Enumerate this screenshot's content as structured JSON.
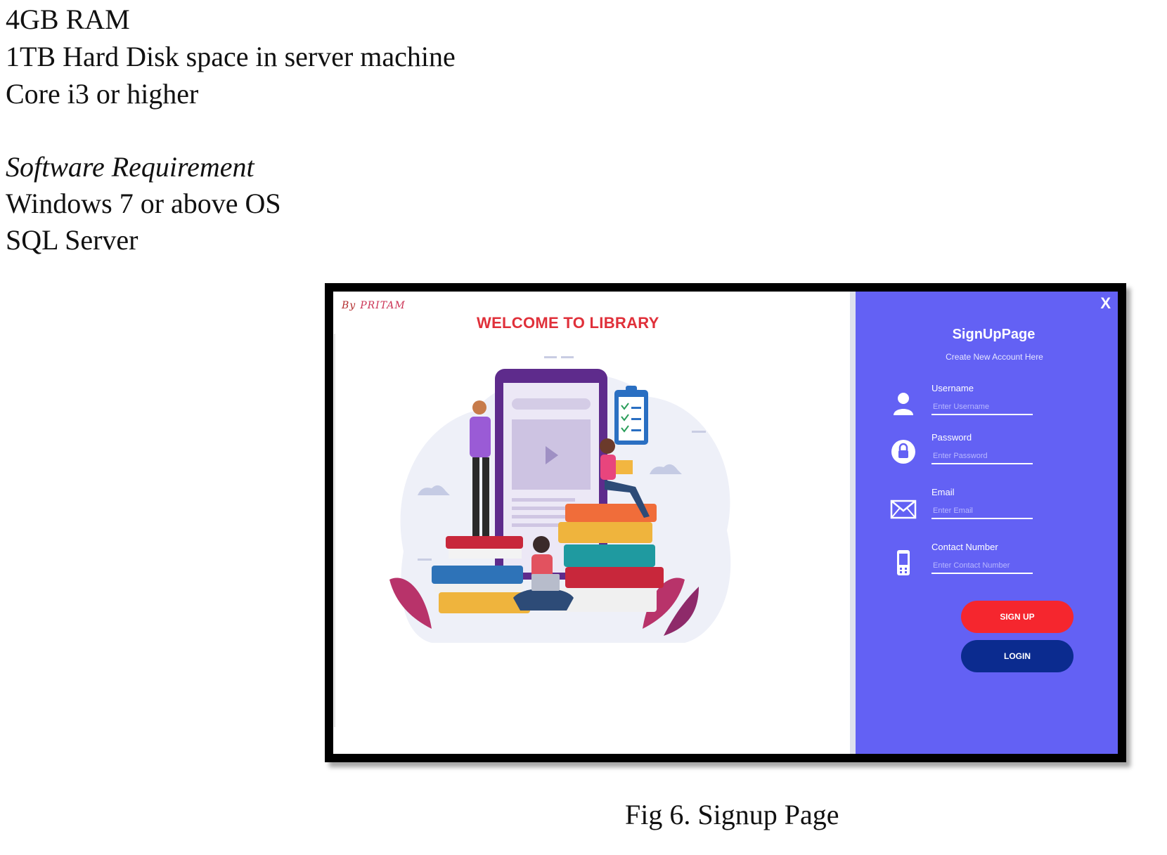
{
  "document": {
    "lines": [
      "4GB RAM",
      "1TB Hard Disk space in server machine",
      "Core i3 or higher",
      "Software Requirement",
      "Windows 7 or above OS",
      "SQL Server"
    ],
    "caption": "Fig 6. Signup Page"
  },
  "screenshot": {
    "author_prefix": "By",
    "author_name": "PRITAM",
    "welcome_title": "WELCOME TO LIBRARY",
    "close_label": "X",
    "form_title": "SignUpPage",
    "form_subtitle": "Create New Account Here",
    "fields": [
      {
        "label": "Username",
        "placeholder": "Enter Username",
        "icon": "user-icon"
      },
      {
        "label": "Password",
        "placeholder": "Enter Password",
        "icon": "lock-icon"
      },
      {
        "label": "Email",
        "placeholder": "Enter Email",
        "icon": "envelope-icon"
      },
      {
        "label": "Contact Number",
        "placeholder": "Enter Contact Number",
        "icon": "phone-icon"
      }
    ],
    "signup_label": "SIGN UP",
    "login_label": "LOGIN",
    "colors": {
      "panel": "#6361f4",
      "signup": "#f5262e",
      "login": "#0b2b8f",
      "welcome": "#e0303a"
    }
  }
}
